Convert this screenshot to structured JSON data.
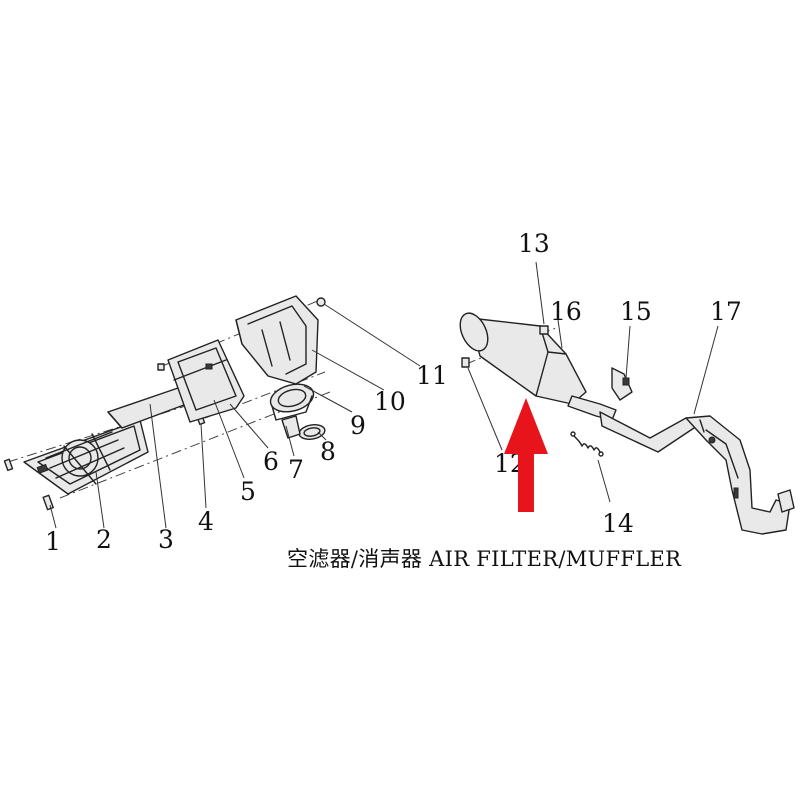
{
  "caption": "空滤器/消声器 AIR FILTER/MUFFLER",
  "callouts": {
    "p1": "1",
    "p2": "2",
    "p3": "3",
    "p4": "4",
    "p5": "5",
    "p6": "6",
    "p7": "7",
    "p8": "8",
    "p9": "9",
    "p10": "10",
    "p11": "11",
    "p12": "12",
    "p13": "13",
    "p14": "14",
    "p15": "15",
    "p16": "16",
    "p17": "17"
  },
  "highlight_arrow_color": "#e8141b"
}
